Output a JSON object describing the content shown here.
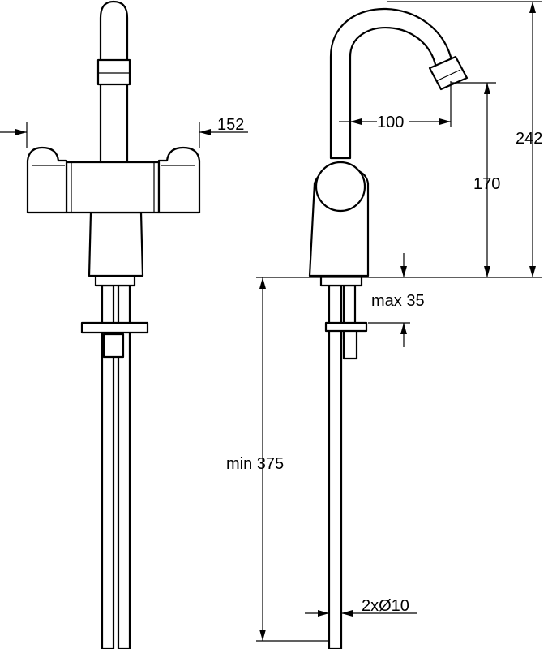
{
  "drawing": {
    "dimensions": {
      "spout_reach": "100",
      "spout_height": "170",
      "total_height": "242",
      "handle_span": "152",
      "max_deck_thickness": "max 35",
      "min_hose_length": "min 375",
      "hose_diameter": "2xØ10"
    }
  }
}
